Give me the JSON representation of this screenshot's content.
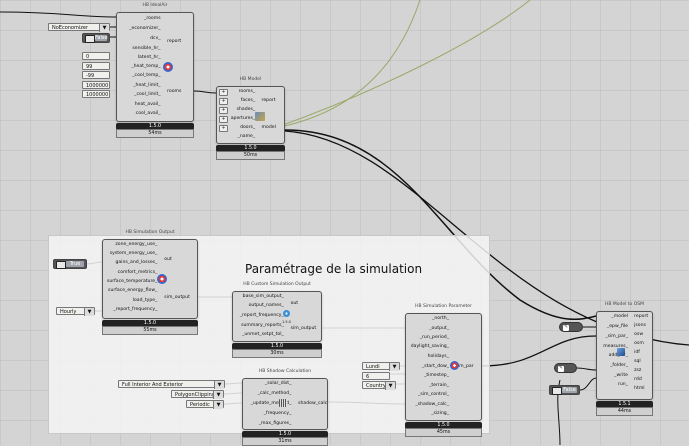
{
  "group": {
    "title": "Paramétrage de la simulation"
  },
  "hb_idealair": {
    "title": "HB IdealAir",
    "inputs": [
      "_rooms",
      "_economizer_",
      "dcv_",
      "sensible_hr_",
      "latent_hr_",
      "_heat_temp_",
      "_cool_temp_",
      "_heat_limit_",
      "_cool_limit_",
      "heat_avail_",
      "cool_avail_"
    ],
    "outputs": [
      "report",
      "rooms"
    ],
    "footer": "1.5.0",
    "timing": "54ms"
  },
  "hb_model": {
    "title": "HB Model",
    "inputs": [
      "rooms_",
      "faces_",
      "shades_",
      "apertures_",
      "doors_",
      "_name_"
    ],
    "outputs": [
      "report",
      "model"
    ],
    "footer": "1.5.0",
    "timing": "50ms"
  },
  "hb_sim_output": {
    "title": "HB Simulation Output",
    "inputs": [
      "zone_energy_use_",
      "system_energy_use_",
      "gains_and_losses_",
      "comfort_metrics_",
      "surface_temperature_",
      "surface_energy_flow_",
      "load_type_",
      "_report_frequency_"
    ],
    "outputs": [
      "out",
      "sim_output"
    ],
    "footer": "1.5.0",
    "timing": "55ms"
  },
  "hb_custom_output": {
    "title": "HB Custom Simulation Output",
    "inputs": [
      "base_sim_output_",
      "output_names_",
      "_report_frequency_",
      "summary_reports_",
      "_unmet_setpt_tol_"
    ],
    "outputs": [
      "out",
      "sim_output"
    ],
    "footer": "1.5.0",
    "timing": "30ms",
    "badge": "1.5.0"
  },
  "hb_sim_parameter": {
    "title": "HB Simulation Parameter",
    "inputs": [
      "_north_",
      "_output_",
      "_run_period_",
      "daylight_saving_",
      "holidays_",
      "_start_dow_",
      "_timestep_",
      "_terrain_",
      "_sim_control_",
      "_shadow_calc_",
      "_sizing_"
    ],
    "outputs": [
      "sim_par"
    ],
    "footer": "1.5.0",
    "timing": "45ms"
  },
  "hb_shadow_calc": {
    "title": "HB Shadow Calculation",
    "inputs": [
      "_solar_dist_",
      "_calc_method_",
      "_update_method_",
      "_frequency_",
      "_max_figures_"
    ],
    "outputs": [
      "shadow_calc"
    ],
    "footer": "1.5.0",
    "timing": "31ms"
  },
  "hb_model_to_osm": {
    "title": "HB Model to OSM",
    "inputs": [
      "_model",
      "_epw_file",
      "_sim_par_",
      "measures_",
      "add_str_",
      "_folder_",
      "_write",
      "run_"
    ],
    "outputs": [
      "report",
      "jsons",
      "osw",
      "osm",
      "idf",
      "sql",
      "zsz",
      "rdd",
      "html"
    ],
    "footer": "1.5.1",
    "timing": "44ms"
  },
  "panels": {
    "economizer": "NoEconomizer",
    "false_toggle_1": "False",
    "latent_hr": "0",
    "heat_temp": "99",
    "cool_temp": "-99",
    "heat_limit": "1000000",
    "cool_limit": "1000000",
    "true_toggle": "True",
    "report_freq": "Hourly",
    "start_dow": "Lundi",
    "timestep": "6",
    "terrain": "Country",
    "solar_dist": "Full Interior And Exterior",
    "calc_method": "PolygonClipping",
    "update_method": "Periodic",
    "false_toggle_2": "False"
  },
  "colors": {
    "wire_dark": "#111111",
    "wire_sel": "#9aa86a",
    "comp_body": "#d8d8d8",
    "group_bg": "#f5f5f5"
  }
}
